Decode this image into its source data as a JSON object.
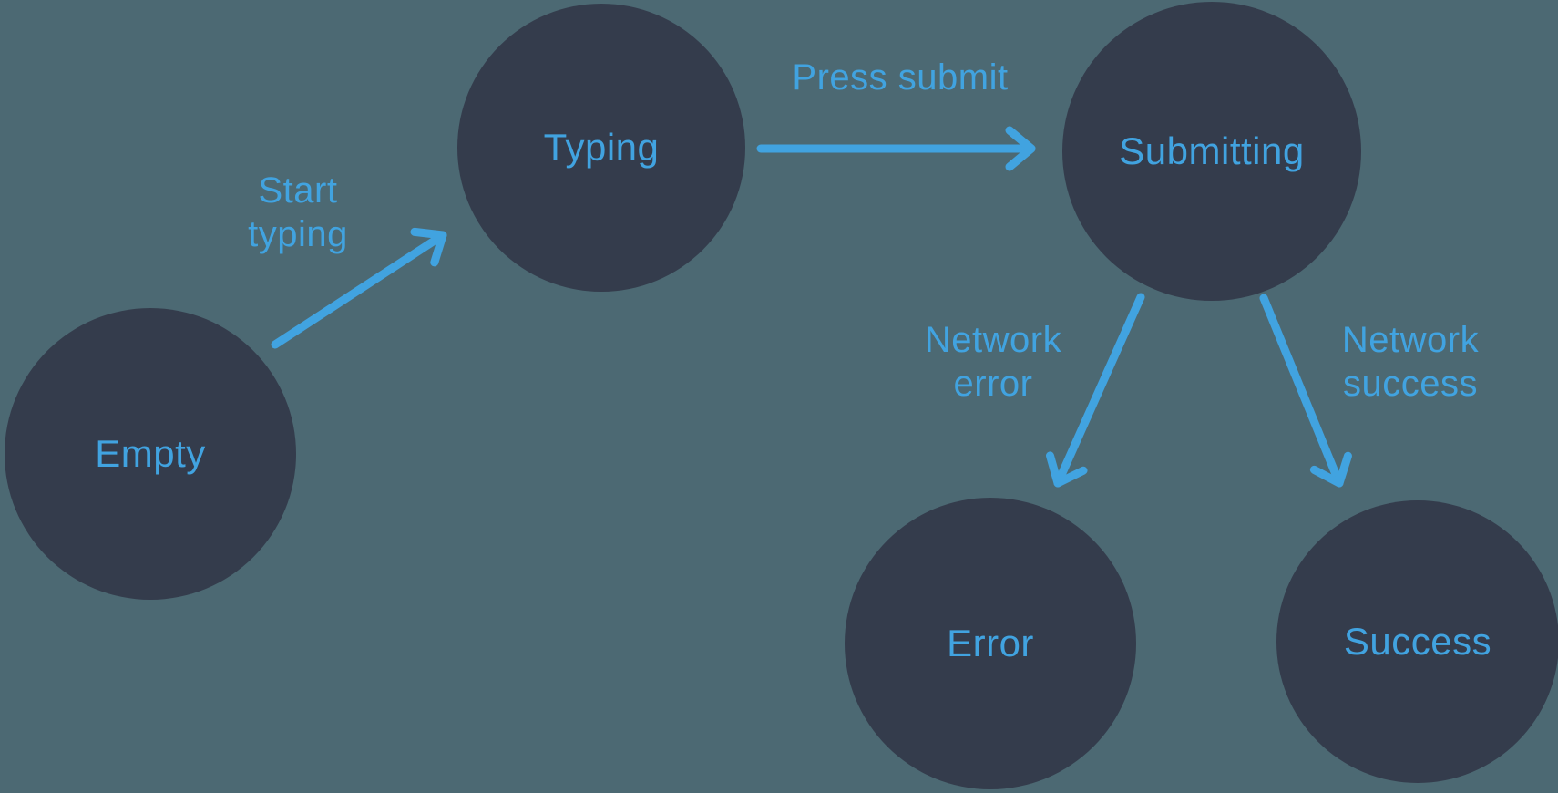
{
  "diagram": {
    "type": "state-machine",
    "nodes": [
      {
        "id": "empty",
        "label": "Empty"
      },
      {
        "id": "typing",
        "label": "Typing"
      },
      {
        "id": "submitting",
        "label": "Submitting"
      },
      {
        "id": "error",
        "label": "Error"
      },
      {
        "id": "success",
        "label": "Success"
      }
    ],
    "edges": [
      {
        "from": "empty",
        "to": "typing",
        "label": "Start typing",
        "label_lines": [
          "Start",
          "typing"
        ]
      },
      {
        "from": "typing",
        "to": "submitting",
        "label": "Press submit",
        "label_lines": [
          "Press submit"
        ]
      },
      {
        "from": "submitting",
        "to": "error",
        "label": "Network error",
        "label_lines": [
          "Network",
          "error"
        ]
      },
      {
        "from": "submitting",
        "to": "success",
        "label": "Network success",
        "label_lines": [
          "Network",
          "success"
        ]
      }
    ]
  },
  "colors": {
    "background": "#4C6973",
    "node_fill": "#343C4C",
    "accent": "#41A3E0"
  }
}
